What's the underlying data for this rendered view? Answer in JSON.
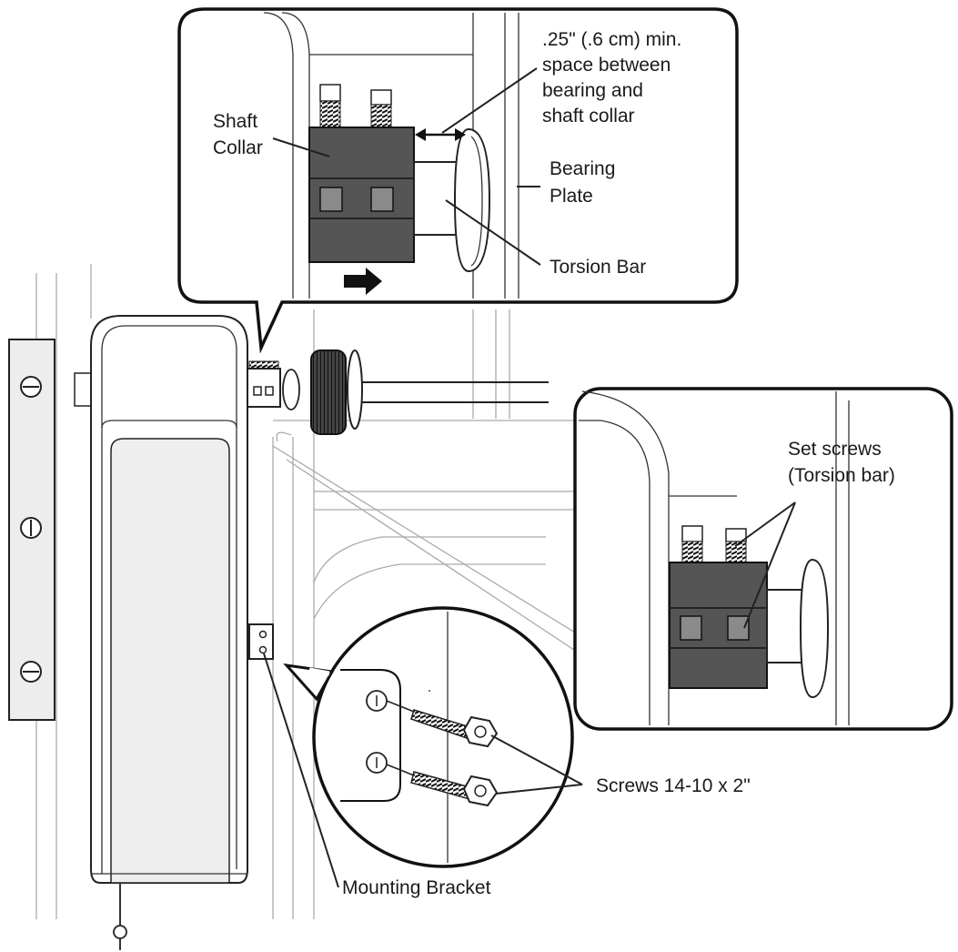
{
  "labels": {
    "clearance_line1": ".25\" (.6 cm) min.",
    "clearance_line2": "space between",
    "clearance_line3": "bearing and",
    "clearance_line4": "shaft collar",
    "shaft_collar_line1": "Shaft",
    "shaft_collar_line2": "Collar",
    "bearing_plate_line1": "Bearing",
    "bearing_plate_line2": "Plate",
    "torsion_bar": "Torsion Bar",
    "set_screws_line1": "Set screws",
    "set_screws_line2": "(Torsion bar)",
    "screws": "Screws 14-10 x 2\"",
    "mounting_bracket": "Mounting Bracket"
  },
  "colors": {
    "collar": "#555555",
    "collar_dark": "#3a3a3a",
    "line": "#222222",
    "panel": "#eeeeee"
  }
}
